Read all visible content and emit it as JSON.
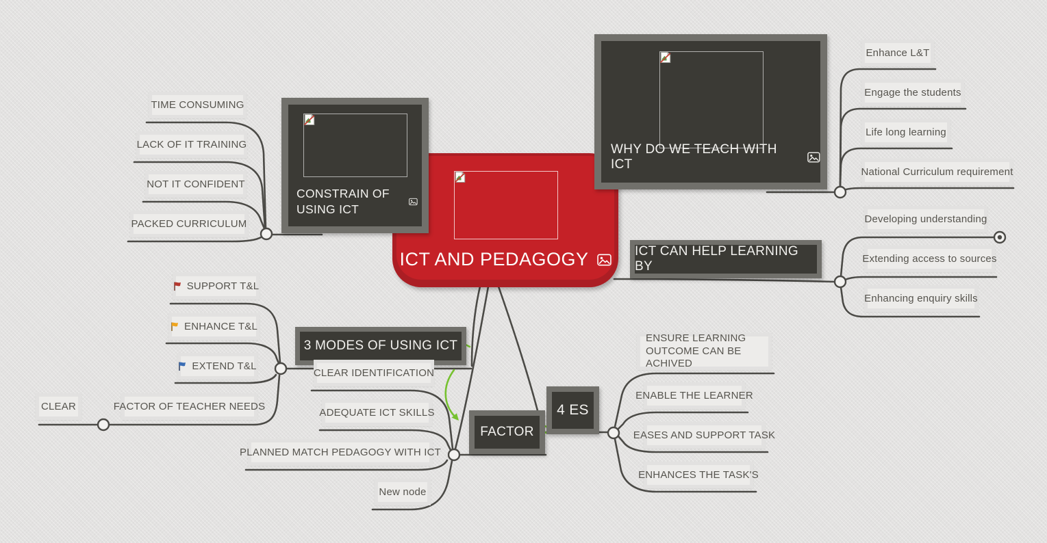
{
  "app": {
    "type": "mind-map-canvas"
  },
  "colors": {
    "background": "#e3e2e1",
    "central_fill": "#c52127",
    "central_border": "#ab1e24",
    "dark_node_fill": "#3b3a35",
    "dark_node_border": "#71706b",
    "leaf_fill": "#edecea",
    "leaf_border": "#e2e1e0",
    "line": "#4b4a46",
    "relationship_green": "#76c12f",
    "flag_red": "#b5382f",
    "flag_orange": "#efa51e",
    "flag_blue": "#3a6db4"
  },
  "central": {
    "label": "ICT AND PEDAGOGY"
  },
  "topics": {
    "why": {
      "label": "WHY DO WE TEACH WITH ICT",
      "children": [
        {
          "label": "Enhance L&T"
        },
        {
          "label": "Engage the students"
        },
        {
          "label": "Life long learning"
        },
        {
          "label": "National Curriculum requirement"
        }
      ]
    },
    "help": {
      "label": "ICT CAN HELP LEARNING BY",
      "children": [
        {
          "label": "Developing understanding"
        },
        {
          "label": "Extending access to sources"
        },
        {
          "label": "Enhancing enquiry skills"
        }
      ]
    },
    "constrain": {
      "label": "CONSTRAIN OF USING ICT",
      "children": [
        {
          "label": "TIME CONSUMING"
        },
        {
          "label": "LACK OF IT TRAINING"
        },
        {
          "label": "NOT IT CONFIDENT"
        },
        {
          "label": "PACKED CURRICULUM"
        }
      ]
    },
    "modes": {
      "label": "3 MODES OF USING ICT",
      "children": [
        {
          "label": "SUPPORT T&L",
          "flag": "red"
        },
        {
          "label": "ENHANCE T&L",
          "flag": "orange"
        },
        {
          "label": "EXTEND T&L",
          "flag": "blue"
        }
      ]
    },
    "teacher_needs": {
      "label": "FACTOR OF TEACHER NEEDS",
      "children": [
        {
          "label": "CLEAR"
        }
      ]
    },
    "factor": {
      "label": "FACTOR",
      "children": [
        {
          "label": "CLEAR IDENTIFICATION"
        },
        {
          "label": "ADEQUATE ICT SKILLS"
        },
        {
          "label": "PLANNED MATCH PEDAGOGY WITH ICT"
        },
        {
          "label": "New node"
        }
      ]
    },
    "es": {
      "label": "4 ES",
      "children": [
        {
          "label": "ENSURE LEARNING OUTCOME CAN BE ACHIVED"
        },
        {
          "label": "ENABLE THE LEARNER"
        },
        {
          "label": "EASES AND SUPPORT TASK"
        },
        {
          "label": "ENHANCES THE TASK'S"
        }
      ]
    }
  }
}
